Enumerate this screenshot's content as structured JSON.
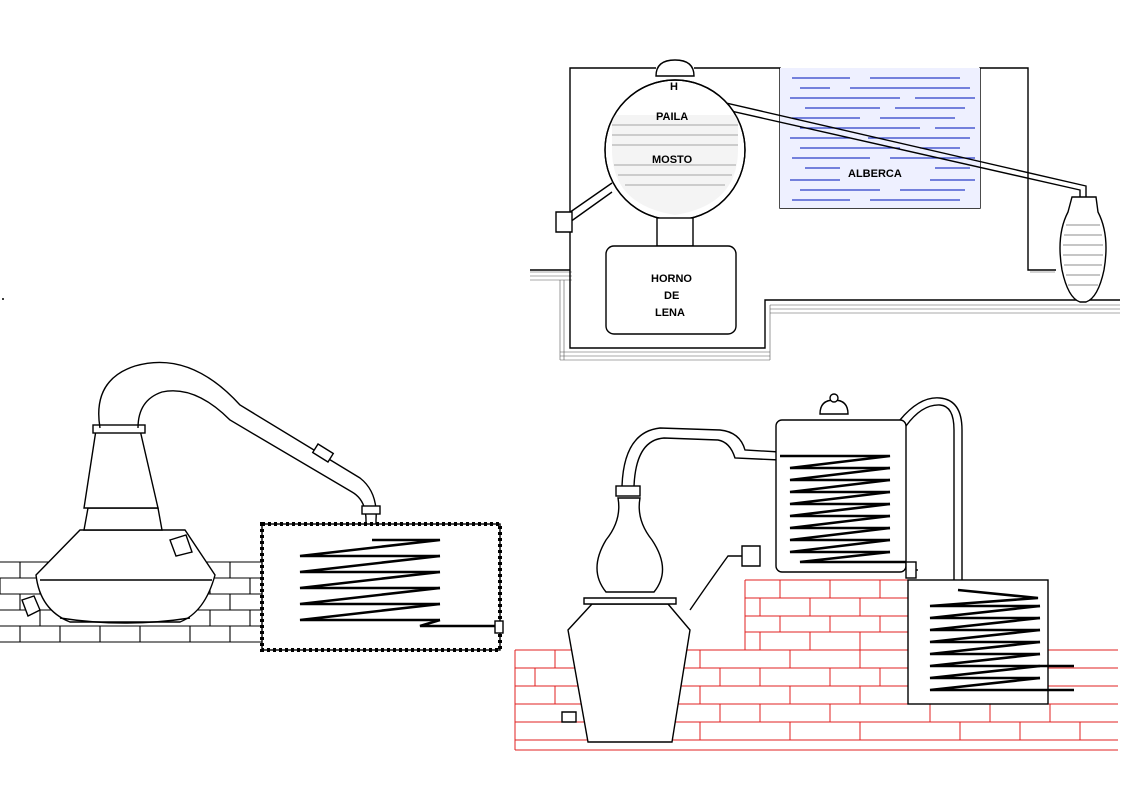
{
  "diagram_top_right": {
    "labels": {
      "valve_h": "H",
      "paila": "PAILA",
      "mosto": "MOSTO",
      "alberca": "ALBERCA",
      "horno_line1": "HORNO",
      "horno_line2": "DE",
      "horno_line3": "LENA"
    },
    "water_color": "#2a3cc8"
  },
  "diagram_left": {},
  "diagram_bottom_right": {
    "brick_color": "#e02020"
  }
}
